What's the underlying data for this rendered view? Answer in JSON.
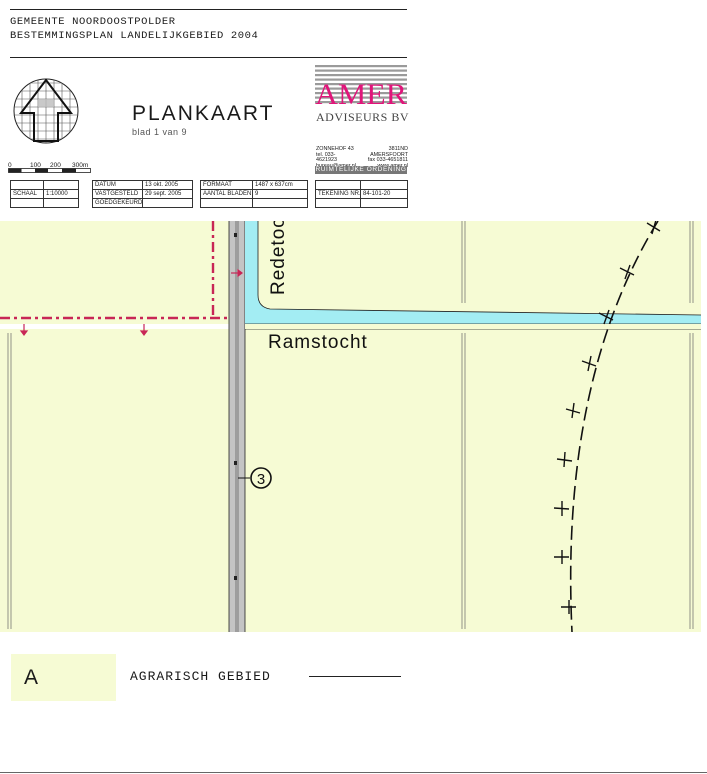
{
  "header": {
    "municipality": "GEMEENTE NOORDOOSTPOLDER",
    "plan_name": "BESTEMMINGSPLAN LANDELIJKGEBIED 2004",
    "sheet_title": "PLANKAART",
    "sheet_sub": "blad 1 van 9"
  },
  "scale_bar": {
    "labels": [
      "0",
      "100",
      "200",
      "300m"
    ]
  },
  "info_tables": {
    "schaal": {
      "label": "SCHAAL",
      "value": "1:10000"
    },
    "datum": {
      "label": "DATUM",
      "value": "13 okt. 2005"
    },
    "vastgesteld": {
      "label": "VASTGESTELD",
      "value": "29 sept. 2005"
    },
    "goedgekeurd": {
      "label": "GOEDGEKEURD",
      "value": ""
    },
    "formaat": {
      "label": "FORMAAT",
      "value": "1487 x 637cm"
    },
    "aantal_bladen": {
      "label": "AANTAL BLADEN",
      "value": "9"
    },
    "tekening_nr": {
      "label": "TEKENING NR.",
      "value": "84-101-20"
    }
  },
  "company": {
    "logo_text": "AMER",
    "subtitle": "ADVISEURS BV",
    "address_left": [
      "ZONNEHOF 43",
      "tel. 033-4621923",
      "bureau@amer.nl"
    ],
    "address_right": [
      "3811ND AMERSFOORT",
      "fax 033-4651811",
      "www.amer.nl"
    ],
    "department": "RUIMTELIJKE ORDENING",
    "brand_color": "#e0157a"
  },
  "map": {
    "road_labels": [
      "Redetocht",
      "Ramstocht"
    ],
    "marker_label": "3",
    "colors": {
      "agricultural": "#f6fbd4",
      "water": "#a3edf3",
      "road": "#c4c4c4",
      "boundary": "#c82656"
    }
  },
  "legend": {
    "code": "A",
    "label": "AGRARISCH GEBIED"
  }
}
